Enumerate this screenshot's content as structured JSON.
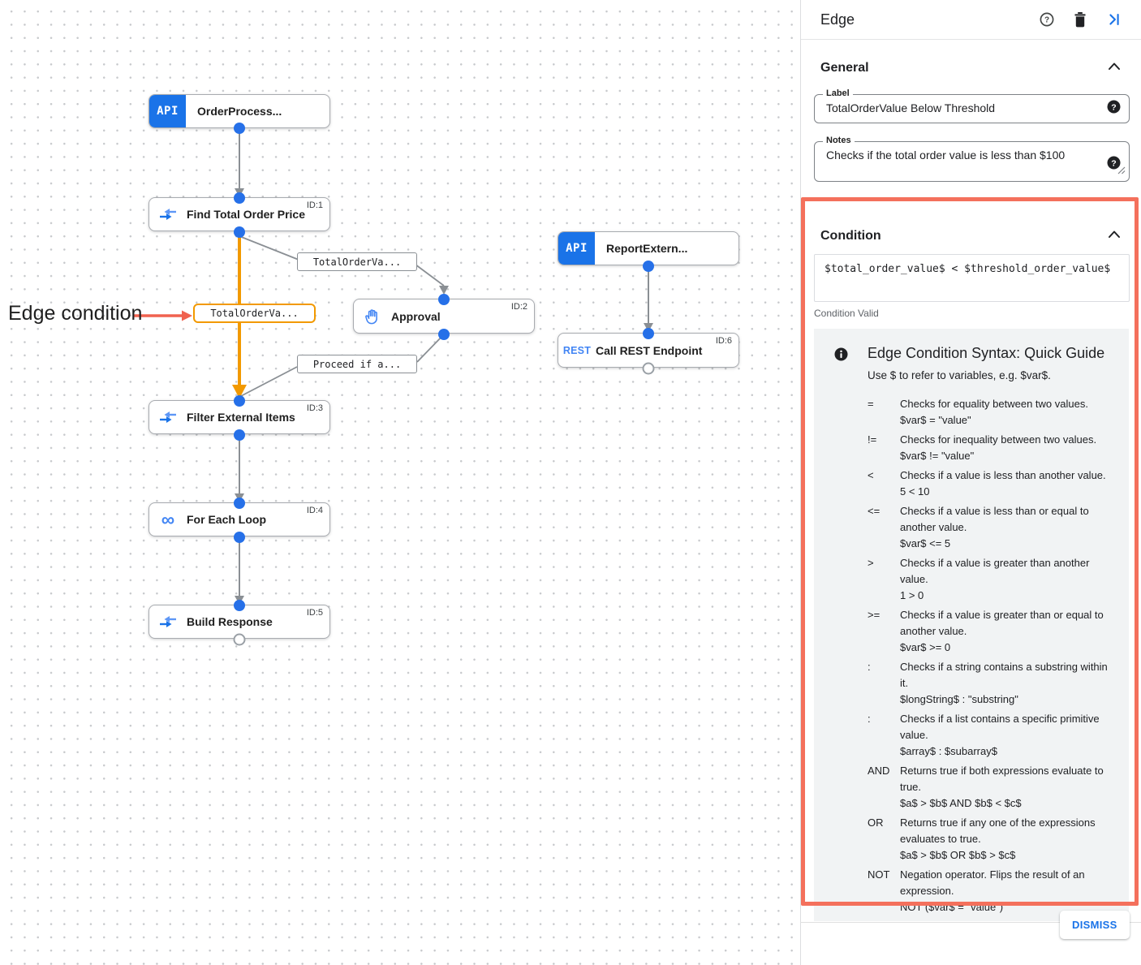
{
  "canvas": {
    "annotation_label": "Edge condition",
    "nodes": [
      {
        "badge": "API",
        "label": "OrderProcess..."
      },
      {
        "label": "Find Total Order Price",
        "id": "ID:1"
      },
      {
        "label": "Approval",
        "id": "ID:2"
      },
      {
        "badge": "API",
        "label": "ReportExtern..."
      },
      {
        "badge": "REST",
        "label": "Call REST Endpoint",
        "id": "ID:6"
      },
      {
        "label": "Filter External Items",
        "id": "ID:3"
      },
      {
        "label": "For Each Loop",
        "id": "ID:4"
      },
      {
        "label": "Build Response",
        "id": "ID:5"
      }
    ],
    "edge_labels": {
      "to_approval": "TotalOrderVa...",
      "condition": "TotalOrderVa...",
      "from_approval": "Proceed if a..."
    }
  },
  "panel": {
    "title": "Edge",
    "general": {
      "title": "General",
      "label_field": {
        "label": "Label",
        "value": "TotalOrderValue Below Threshold"
      },
      "notes_field": {
        "label": "Notes",
        "value": "Checks if the total order value is less than $100"
      }
    },
    "condition": {
      "title": "Condition",
      "expression": "$total_order_value$ < $threshold_order_value$",
      "status": "Condition Valid",
      "guide": {
        "title": "Edge Condition Syntax: Quick Guide",
        "subtitle": "Use $ to refer to variables, e.g. $var$.",
        "rows": [
          {
            "op": "=",
            "desc": "Checks for equality between two values.",
            "example": "$var$ = \"value\""
          },
          {
            "op": "!=",
            "desc": "Checks for inequality between two values.",
            "example": "$var$ != \"value\""
          },
          {
            "op": "<",
            "desc": "Checks if a value is less than another value.",
            "example": "5 < 10"
          },
          {
            "op": "<=",
            "desc": "Checks if a value is less than or equal to another value.",
            "example": "$var$ <= 5"
          },
          {
            "op": ">",
            "desc": "Checks if a value is greater than another value.",
            "example": "1 > 0"
          },
          {
            "op": ">=",
            "desc": "Checks if a value is greater than or equal to another value.",
            "example": "$var$ >= 0"
          },
          {
            "op": ":",
            "desc": "Checks if a string contains a substring within it.",
            "example": "$longString$ : \"substring\""
          },
          {
            "op": ":",
            "desc": "Checks if a list contains a specific primitive value.",
            "example": "$array$ : $subarray$"
          },
          {
            "op": "AND",
            "desc": "Returns true if both expressions evaluate to true.",
            "example": "$a$ > $b$ AND $b$ < $c$"
          },
          {
            "op": "OR",
            "desc": "Returns true if any one of the expressions evaluates to true.",
            "example": "$a$ > $b$ OR $b$ > $c$"
          },
          {
            "op": "NOT",
            "desc": "Negation operator. Flips the result of an expression.",
            "example": "NOT ($var$ = \"value\")"
          }
        ]
      }
    },
    "footer": {
      "dismiss_label": "DISMISS"
    },
    "colors": {
      "accent": "#1a73e8",
      "highlight_border": "#f4705c",
      "selected_edge": "#f29900"
    }
  }
}
